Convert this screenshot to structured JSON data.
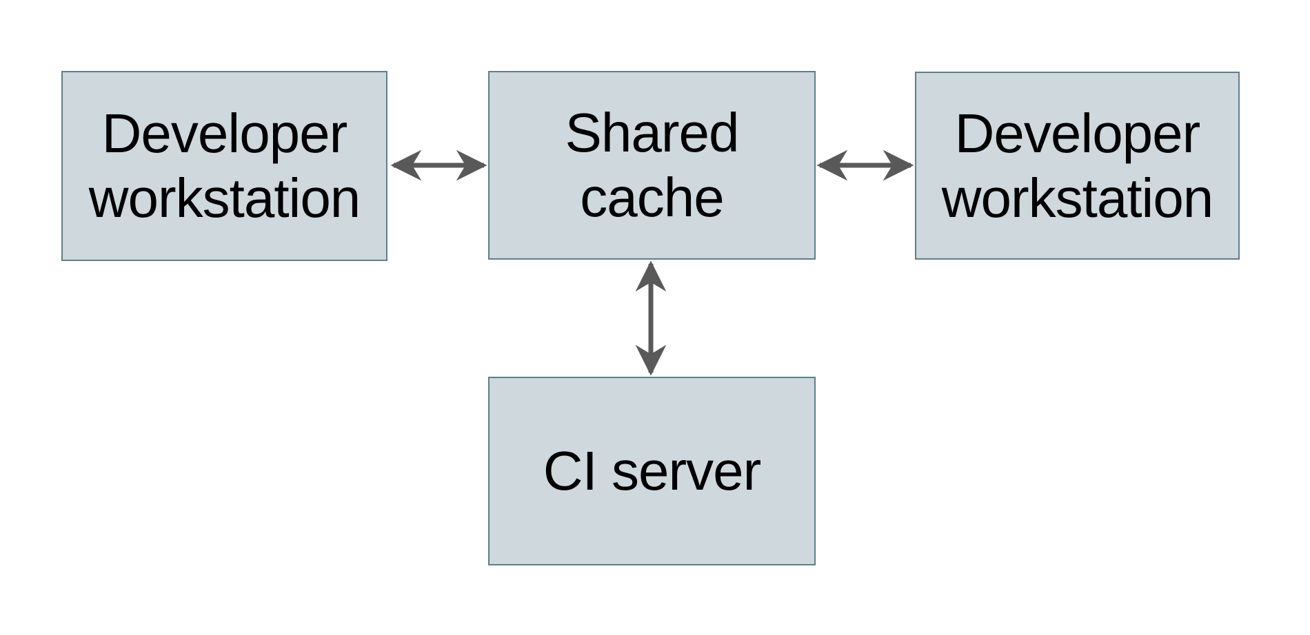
{
  "diagram": {
    "type": "architecture-diagram",
    "nodes": {
      "left": {
        "label": "Developer\nworkstation"
      },
      "center": {
        "label": "Shared\ncache"
      },
      "right": {
        "label": "Developer\nworkstation"
      },
      "bottom": {
        "label": "CI server"
      }
    },
    "edges": [
      {
        "from": "Developer workstation (left)",
        "to": "Shared cache",
        "direction": "bidirectional",
        "orientation": "horizontal"
      },
      {
        "from": "Shared cache",
        "to": "Developer workstation (right)",
        "direction": "bidirectional",
        "orientation": "horizontal"
      },
      {
        "from": "Shared cache",
        "to": "CI server",
        "direction": "bidirectional",
        "orientation": "vertical"
      }
    ],
    "colors": {
      "background": "#ffffff",
      "node_fill": "#cfd8dc",
      "node_border": "#607d8b",
      "arrow": "#595959",
      "text": "#000000"
    }
  }
}
